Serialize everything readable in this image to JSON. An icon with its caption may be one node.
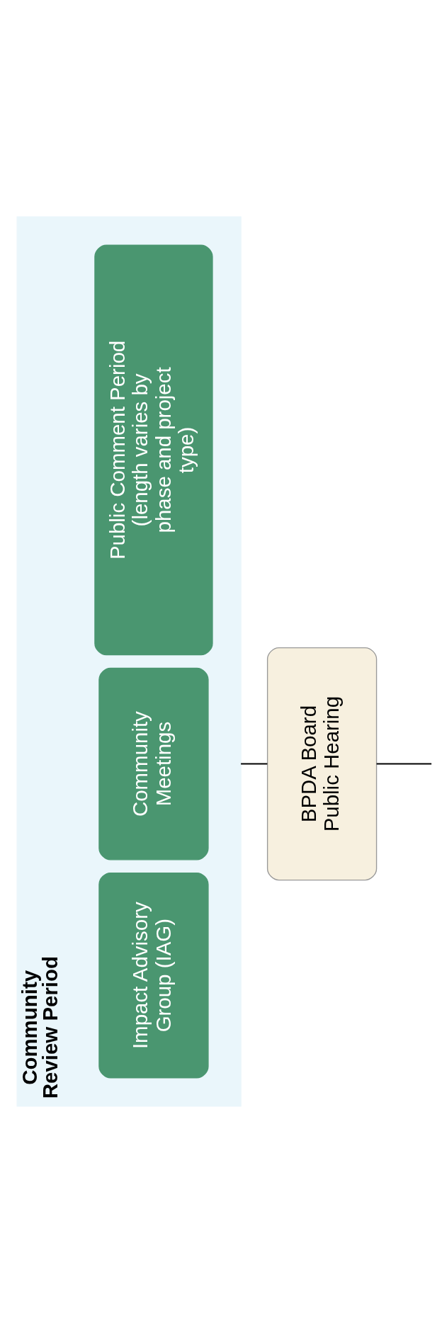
{
  "diagram": {
    "nodes": [
      {
        "text": [
          "Community Review Period"
        ]
      },
      {
        "text": [
          "Impact Advisory Group (IAG)"
        ],
        "in": 0
      },
      {
        "text": [
          "Community Meetings"
        ],
        "in": 0
      },
      {
        "text": [
          "Public Comment Period (length varies by phase and project type)"
        ],
        "in": 0
      },
      {
        "text": [
          "BPDA Board Public Hearing"
        ]
      }
    ],
    "edges": [
      {
        "from": 0,
        "to": 4,
        "arrow": "none"
      },
      {
        "from": 4,
        "to": null,
        "arrow": "none"
      }
    ]
  }
}
